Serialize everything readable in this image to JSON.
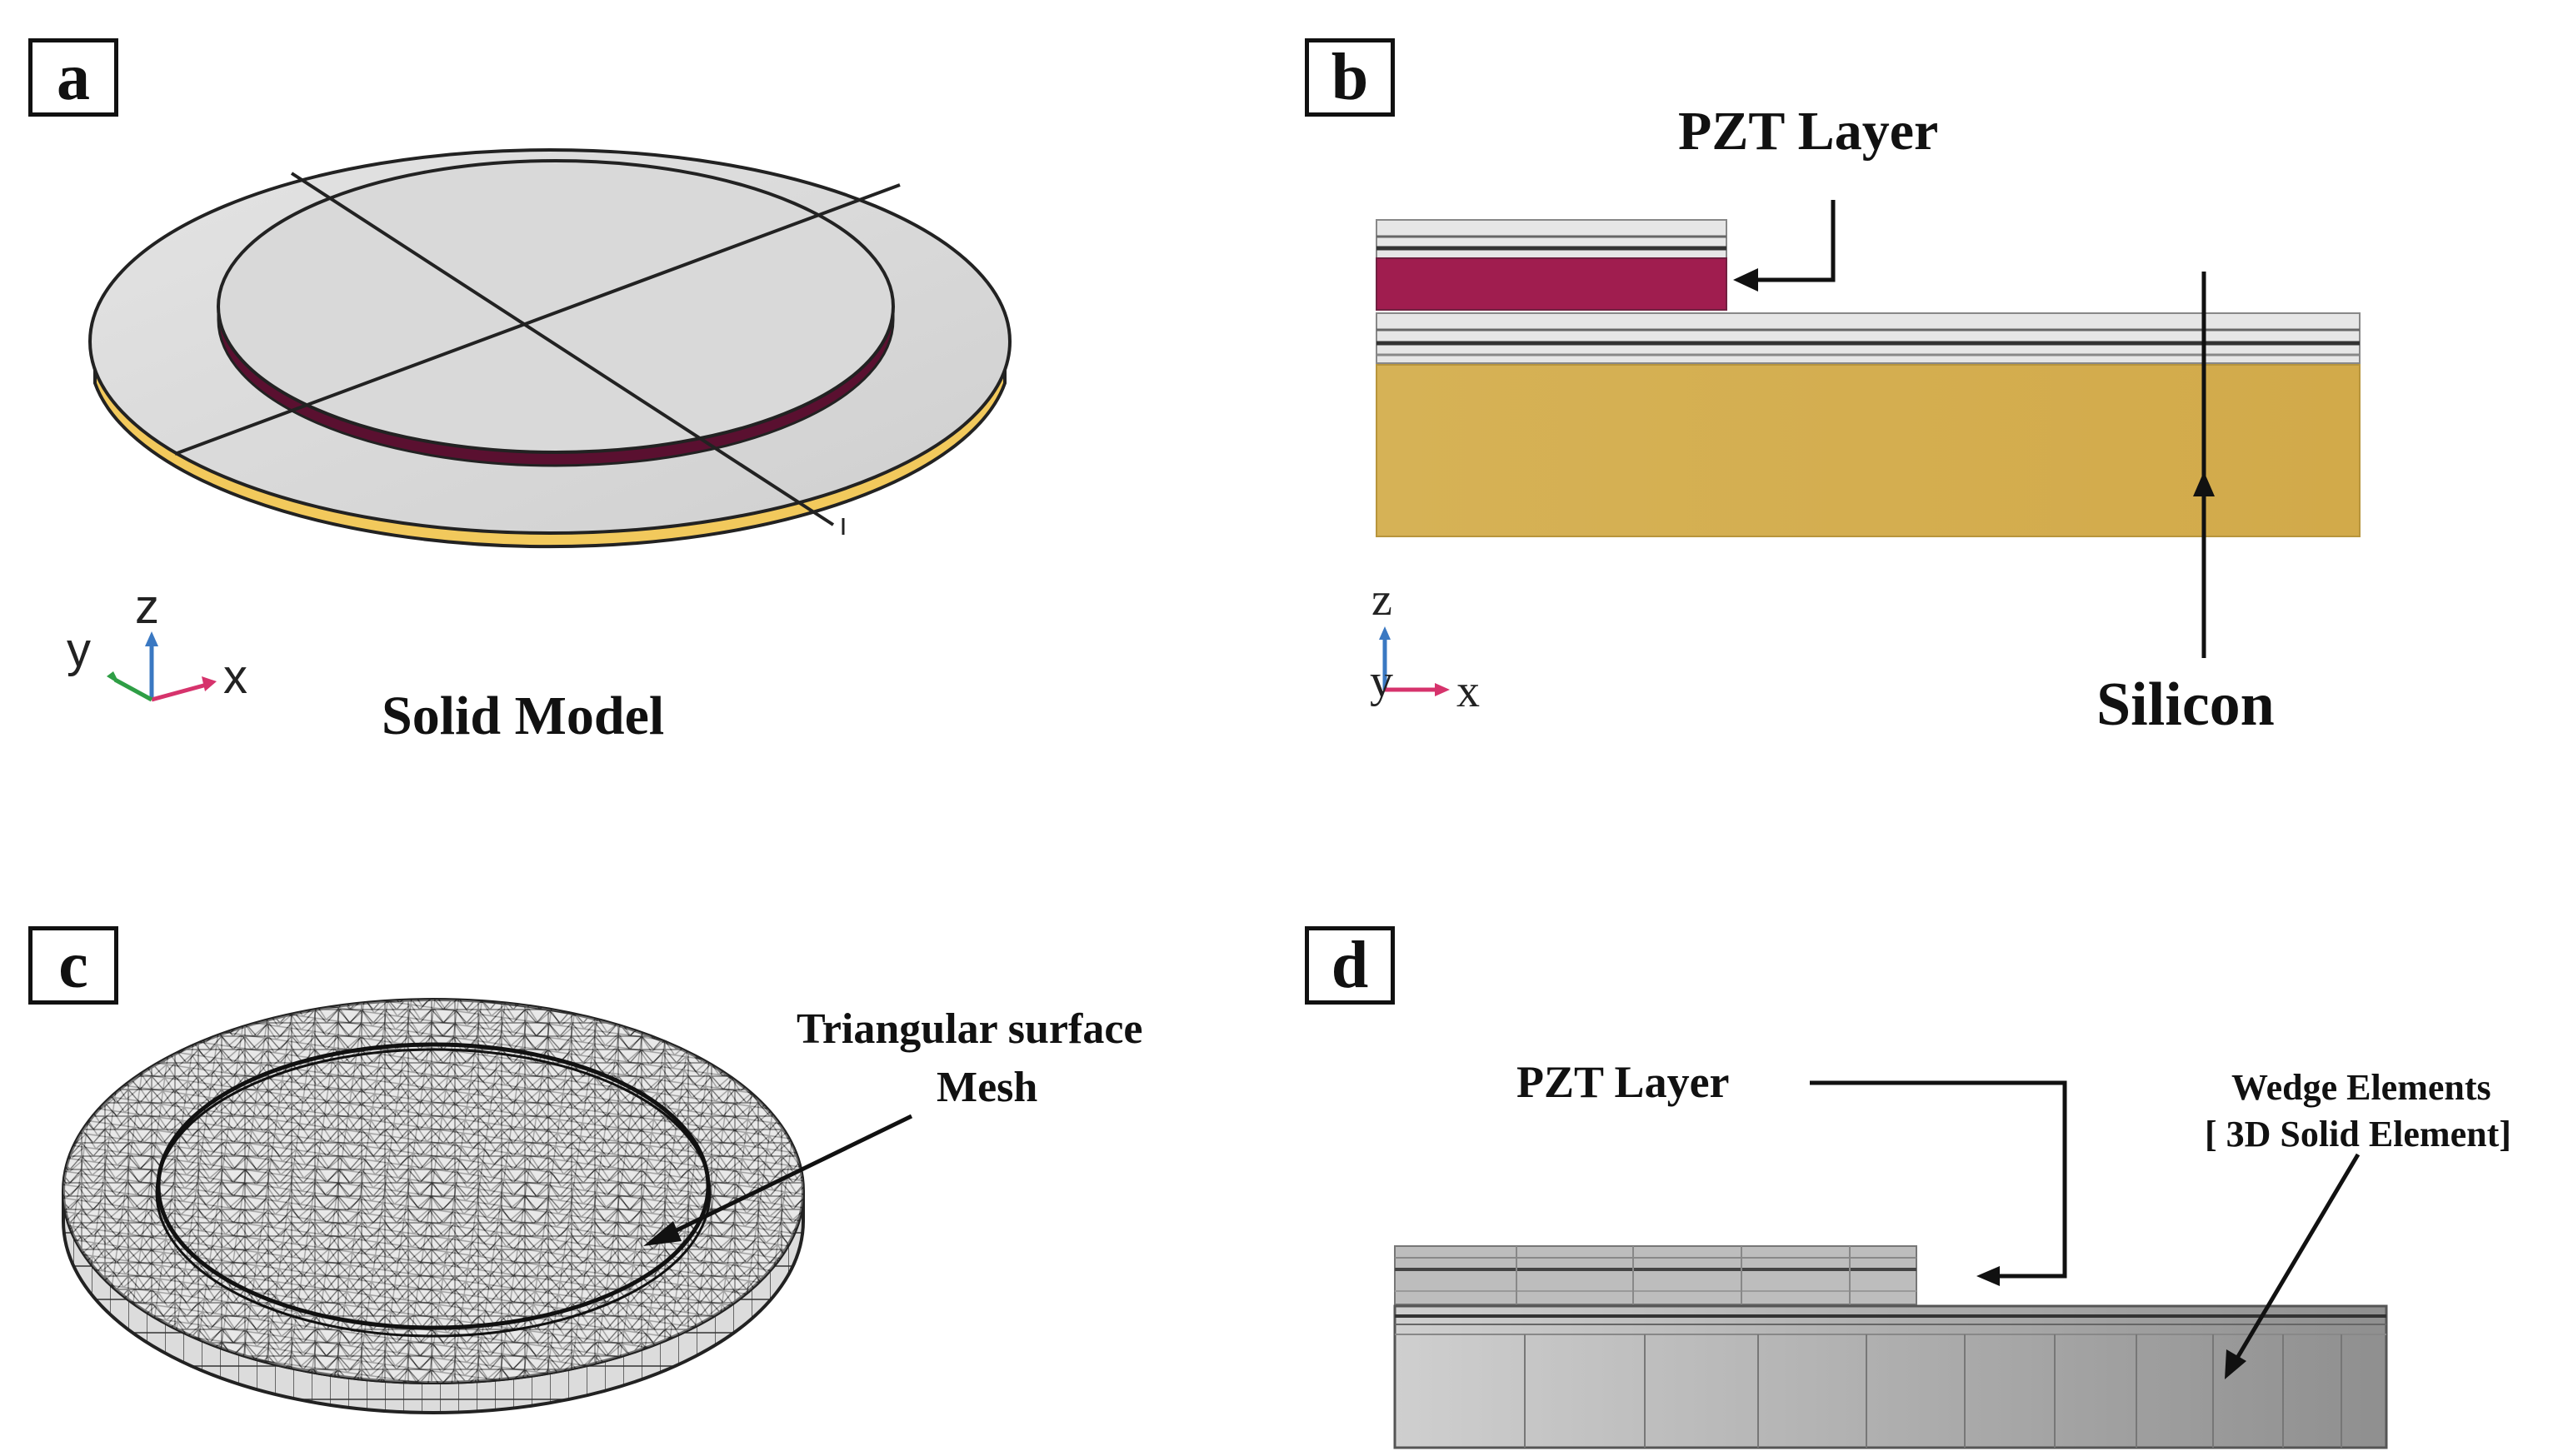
{
  "panels": {
    "a": {
      "label": "a",
      "caption": "Solid Model",
      "axes": {
        "x": "x",
        "y": "y",
        "z": "z"
      }
    },
    "b": {
      "label": "b",
      "pzt_label": "PZT Layer",
      "silicon_label": "Silicon",
      "axes": {
        "x": "x",
        "y": "y",
        "z": "z"
      }
    },
    "c": {
      "label": "c",
      "mesh_label_line1": "Triangular surface",
      "mesh_label_line2": "Mesh"
    },
    "d": {
      "label": "d",
      "pzt_label": "PZT Layer",
      "wedge_label_line1": "Wedge Elements",
      "wedge_label_line2": "[ 3D Solid Element]"
    }
  },
  "colors": {
    "disk_top": "#d9d9d9",
    "silicon": "#d4ae52",
    "pzt": "#a01d4f",
    "axis_x": "#d6336c",
    "axis_y": "#2e9e45",
    "axis_z": "#3a78c2"
  }
}
